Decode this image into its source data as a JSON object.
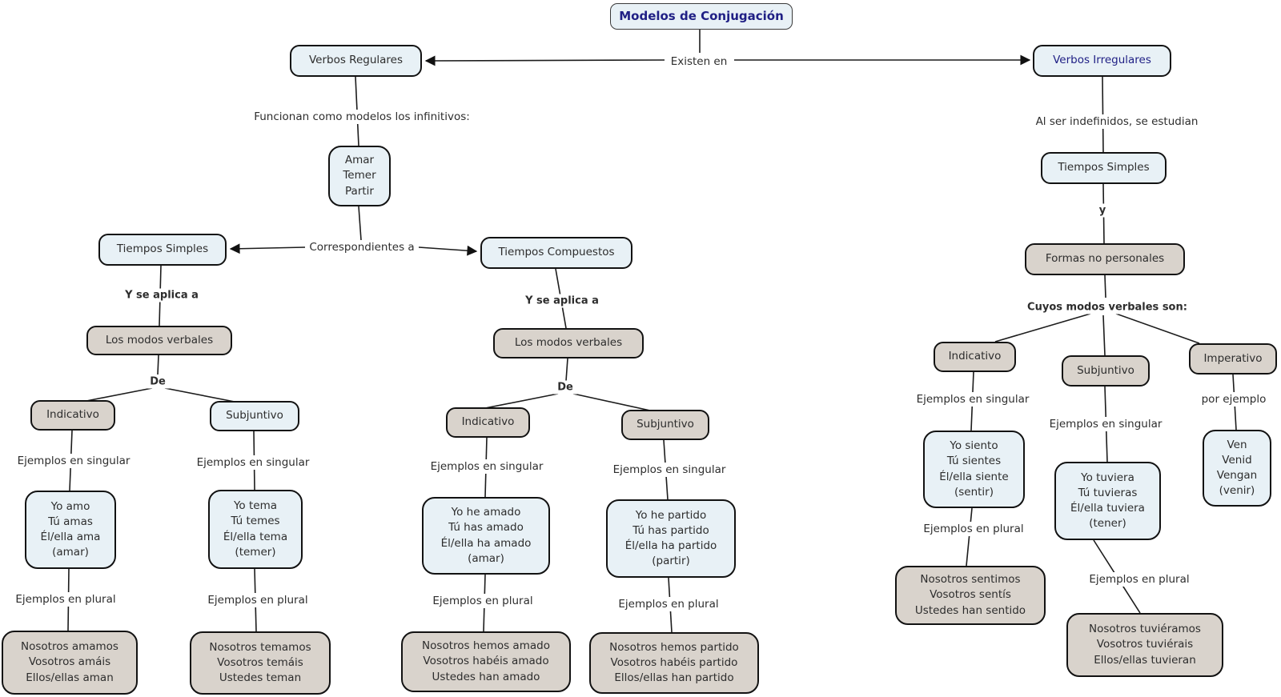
{
  "colors": {
    "canvas_bg": "#ffffff",
    "node_fill_blue": "#e8f1f6",
    "node_fill_tan": "#d9d3cc",
    "node_border": "#121212",
    "title_text": "#202085",
    "body_text": "#2d2d2d"
  },
  "nodes": {
    "titulo": "Modelos de Conjugación",
    "verbos_regulares": "Verbos Regulares",
    "verbos_irregulares": "Verbos Irregulares",
    "infinitivos": "Amar\nTemer\nPartir",
    "tiempos_simples_izq": "Tiempos Simples",
    "tiempos_compuestos": "Tiempos Compuestos",
    "modos_verbales_izq": "Los modos verbales",
    "indicativo_izq": "Indicativo",
    "subjuntivo_izq": "Subjuntivo",
    "singular_amar": "Yo amo\nTú amas\nÉl/ella ama\n(amar)",
    "singular_temer": "Yo tema\nTú temes\nÉl/ella tema\n(temer)",
    "plural_amar": "Nosotros amamos\nVosotros amáis\nEllos/ellas aman",
    "plural_temer": "Nosotros temamos\nVosotros temáis\nUstedes teman",
    "modos_verbales_comp": "Los modos verbales",
    "indicativo_comp": "Indicativo",
    "subjuntivo_comp": "Subjuntivo",
    "singular_haber_amado": "Yo he amado\nTú has amado\nÉl/ella ha amado\n(amar)",
    "singular_haber_partido": "Yo he partido\nTú has partido\nÉl/ella ha partido\n(partir)",
    "plural_haber_amado": "Nosotros hemos amado\nVosotros habéis amado\nUstedes han amado",
    "plural_haber_partido": "Nosotros hemos partido\nVosotros habéis partido\nEllos/ellas han partido",
    "tiempos_simples_der": "Tiempos Simples",
    "formas_no_personales": "Formas no personales",
    "indicativo_der": "Indicativo",
    "subjuntivo_der": "Subjuntivo",
    "imperativo": "Imperativo",
    "singular_sentir": "Yo siento\nTú sientes\nÉl/ella siente\n(sentir)",
    "singular_tener": "Yo tuviera\nTú tuvieras\nÉl/ella tuviera\n(tener)",
    "ejemplo_venir": "Ven\nVenid\nVengan\n(venir)",
    "plural_sentir": "Nosotros sentimos\nVosotros sentís\nUstedes han sentido",
    "plural_tener": "Nosotros tuviéramos\nVosotros tuviérais\nEllos/ellas tuvieran"
  },
  "links": {
    "existen_en": "Existen en",
    "funcionan": "Funcionan como modelos los infinitivos:",
    "correspondientes": "Correspondientes a",
    "y_se_aplica_izq": "Y se aplica a",
    "de_izq": "De",
    "ej_singular_izq_1": "Ejemplos en singular",
    "ej_singular_izq_2": "Ejemplos en singular",
    "ej_plural_izq_1": "Ejemplos en plural",
    "ej_plural_izq_2": "Ejemplos en plural",
    "y_se_aplica_comp": "Y se aplica a",
    "de_comp": "De",
    "ej_singular_comp_1": "Ejemplos en singular",
    "ej_singular_comp_2": "Ejemplos en singular",
    "ej_plural_comp_1": "Ejemplos en plural",
    "ej_plural_comp_2": "Ejemplos en plural",
    "al_ser": "Al ser indefinidos, se estudian",
    "y_der": "y",
    "cuyos_modos": "Cuyos modos verbales son:",
    "ej_singular_der_1": "Ejemplos en singular",
    "ej_singular_der_2": "Ejemplos en singular",
    "por_ejemplo": "por ejemplo",
    "ej_plural_der_1": "Ejemplos en plural",
    "ej_plural_der_2": "Ejemplos en plural"
  }
}
